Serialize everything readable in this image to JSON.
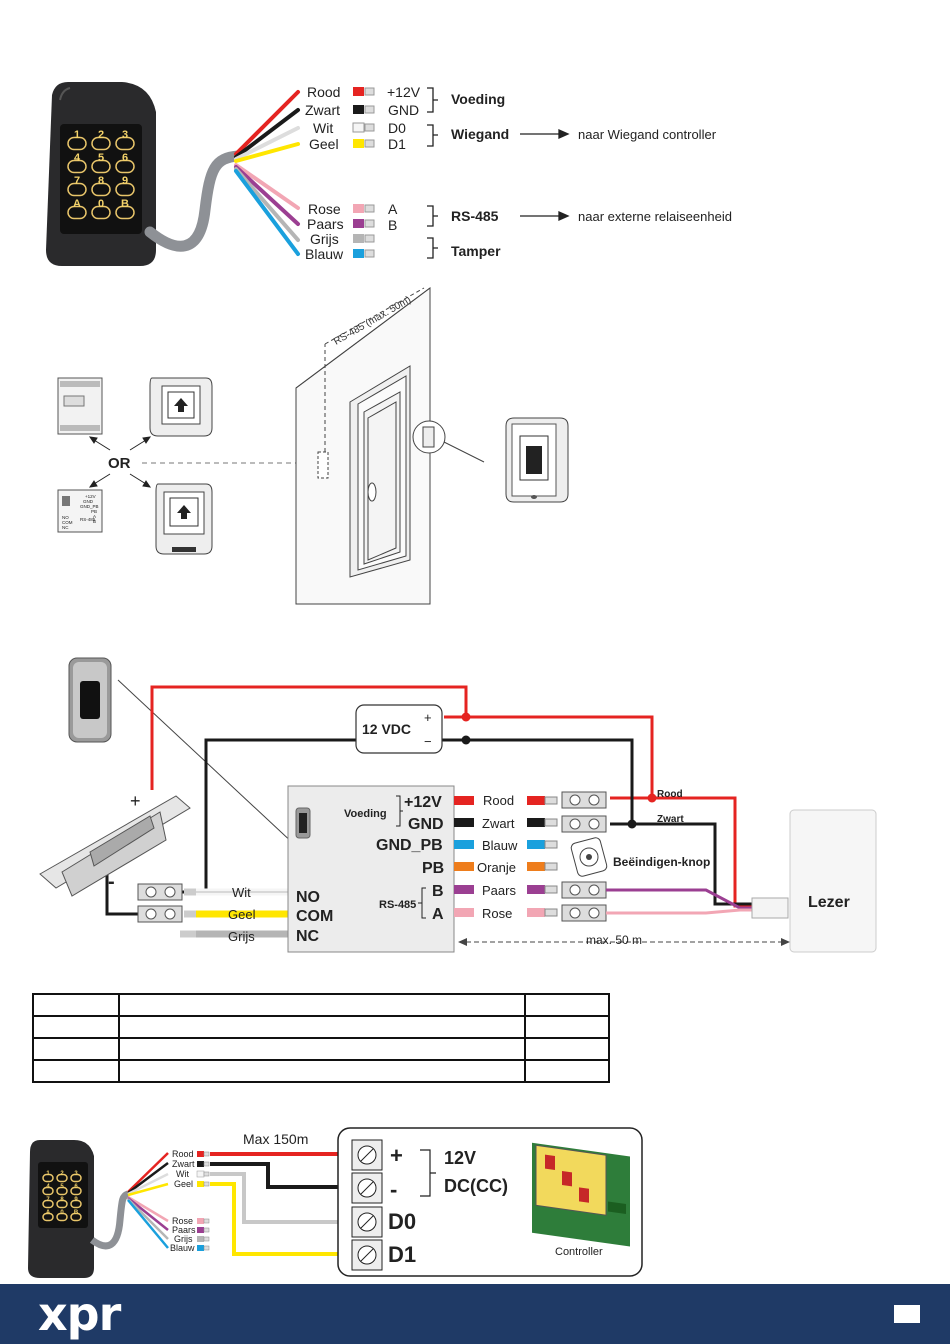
{
  "section1": {
    "left_wires": [
      "Rood",
      "Zwart",
      "Wit",
      "Geel",
      "Rose",
      "Paars",
      "Grijs",
      "Blauw"
    ],
    "signals": [
      "+12V",
      "GND",
      "D0",
      "D1",
      "A",
      "B"
    ],
    "groups": [
      "Voeding",
      "Wiegand",
      "RS-485",
      "Tamper"
    ],
    "targets": [
      "naar Wiegand controller",
      "naar externe relaiseenheid"
    ]
  },
  "keypad": {
    "keys": [
      "1",
      "2",
      "3",
      "4",
      "5",
      "6",
      "7",
      "8",
      "9",
      "A",
      "0",
      "B"
    ]
  },
  "section2": {
    "cable_label": "RS-485 (max. 50m)",
    "or_label": "OR",
    "module_labels": [
      "+12V",
      "GND",
      "GND_PB",
      "PB",
      "A",
      "B",
      "NO",
      "COM",
      "NC",
      "RS-485"
    ]
  },
  "section3": {
    "psu_label": "12 VDC",
    "psu_plus": "+",
    "psu_minus": "−",
    "lock_plus": "+",
    "lock_minus": "-",
    "voeding_label": "Voeding",
    "rs485_label": "RS-485",
    "right_terminals": [
      "+12V",
      "GND",
      "GND_PB",
      "PB",
      "B",
      "A"
    ],
    "right_wires": [
      "Rood",
      "Zwart",
      "Blauw",
      "Oranje",
      "Paars",
      "Rose"
    ],
    "left_terminals": [
      "NO",
      "COM",
      "NC"
    ],
    "left_wires": [
      "Wit",
      "Geel",
      "Grijs"
    ],
    "exit_button": "Beëindigen-knop",
    "wire_rood": "Rood",
    "wire_zwart": "Zwart",
    "reader": "Lezer",
    "distance": "max. 50 m"
  },
  "table": {
    "rows": [
      [
        "",
        "",
        ""
      ],
      [
        "",
        "",
        ""
      ],
      [
        "",
        "",
        ""
      ],
      [
        "",
        "",
        ""
      ]
    ]
  },
  "section4": {
    "max_length": "Max 150m",
    "wires": [
      "Rood",
      "Zwart",
      "Wit",
      "Geel",
      "Rose",
      "Paars",
      "Grijs",
      "Blauw"
    ],
    "terminals": [
      "+",
      "-",
      "D0",
      "D1"
    ],
    "power_line1": "12V",
    "power_line2": "DC(CC)",
    "controller": "Controller"
  },
  "footer": {
    "logo": "xpr"
  },
  "colors": {
    "red": "#e52421",
    "black": "#1a1a1a",
    "white": "#f5f5f5",
    "yellow": "#ffe600",
    "pink": "#f2a6b4",
    "purple": "#9b3f92",
    "grey": "#b5b5b5",
    "blue": "#1aa0dd",
    "orange": "#ee7d1c",
    "navy": "#1f3a66"
  }
}
